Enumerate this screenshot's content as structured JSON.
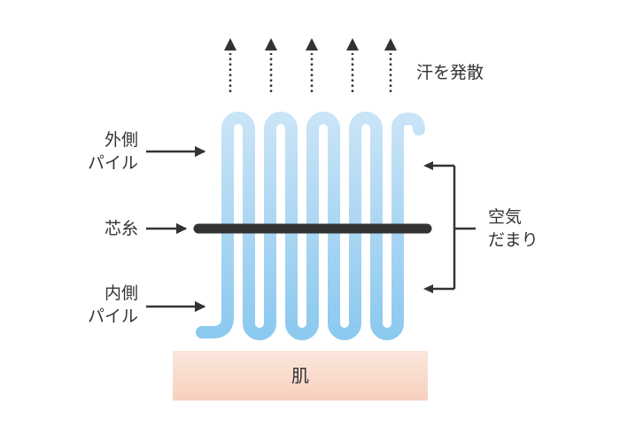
{
  "labels": {
    "evaporate": "汗を発散",
    "outer_pile_line1": "外側",
    "outer_pile_line2": "パイル",
    "core_thread": "芯糸",
    "inner_pile_line1": "内側",
    "inner_pile_line2": "パイル",
    "air_pocket_line1": "空気",
    "air_pocket_line2": "だまり",
    "skin": "肌"
  },
  "colors": {
    "pile_top": "#c9e4f7",
    "pile_bottom": "#8cc9ef",
    "core_thread": "#333333",
    "arrow": "#333333",
    "skin_top": "#fbe7dd",
    "skin_bottom": "#f7d0bd"
  }
}
